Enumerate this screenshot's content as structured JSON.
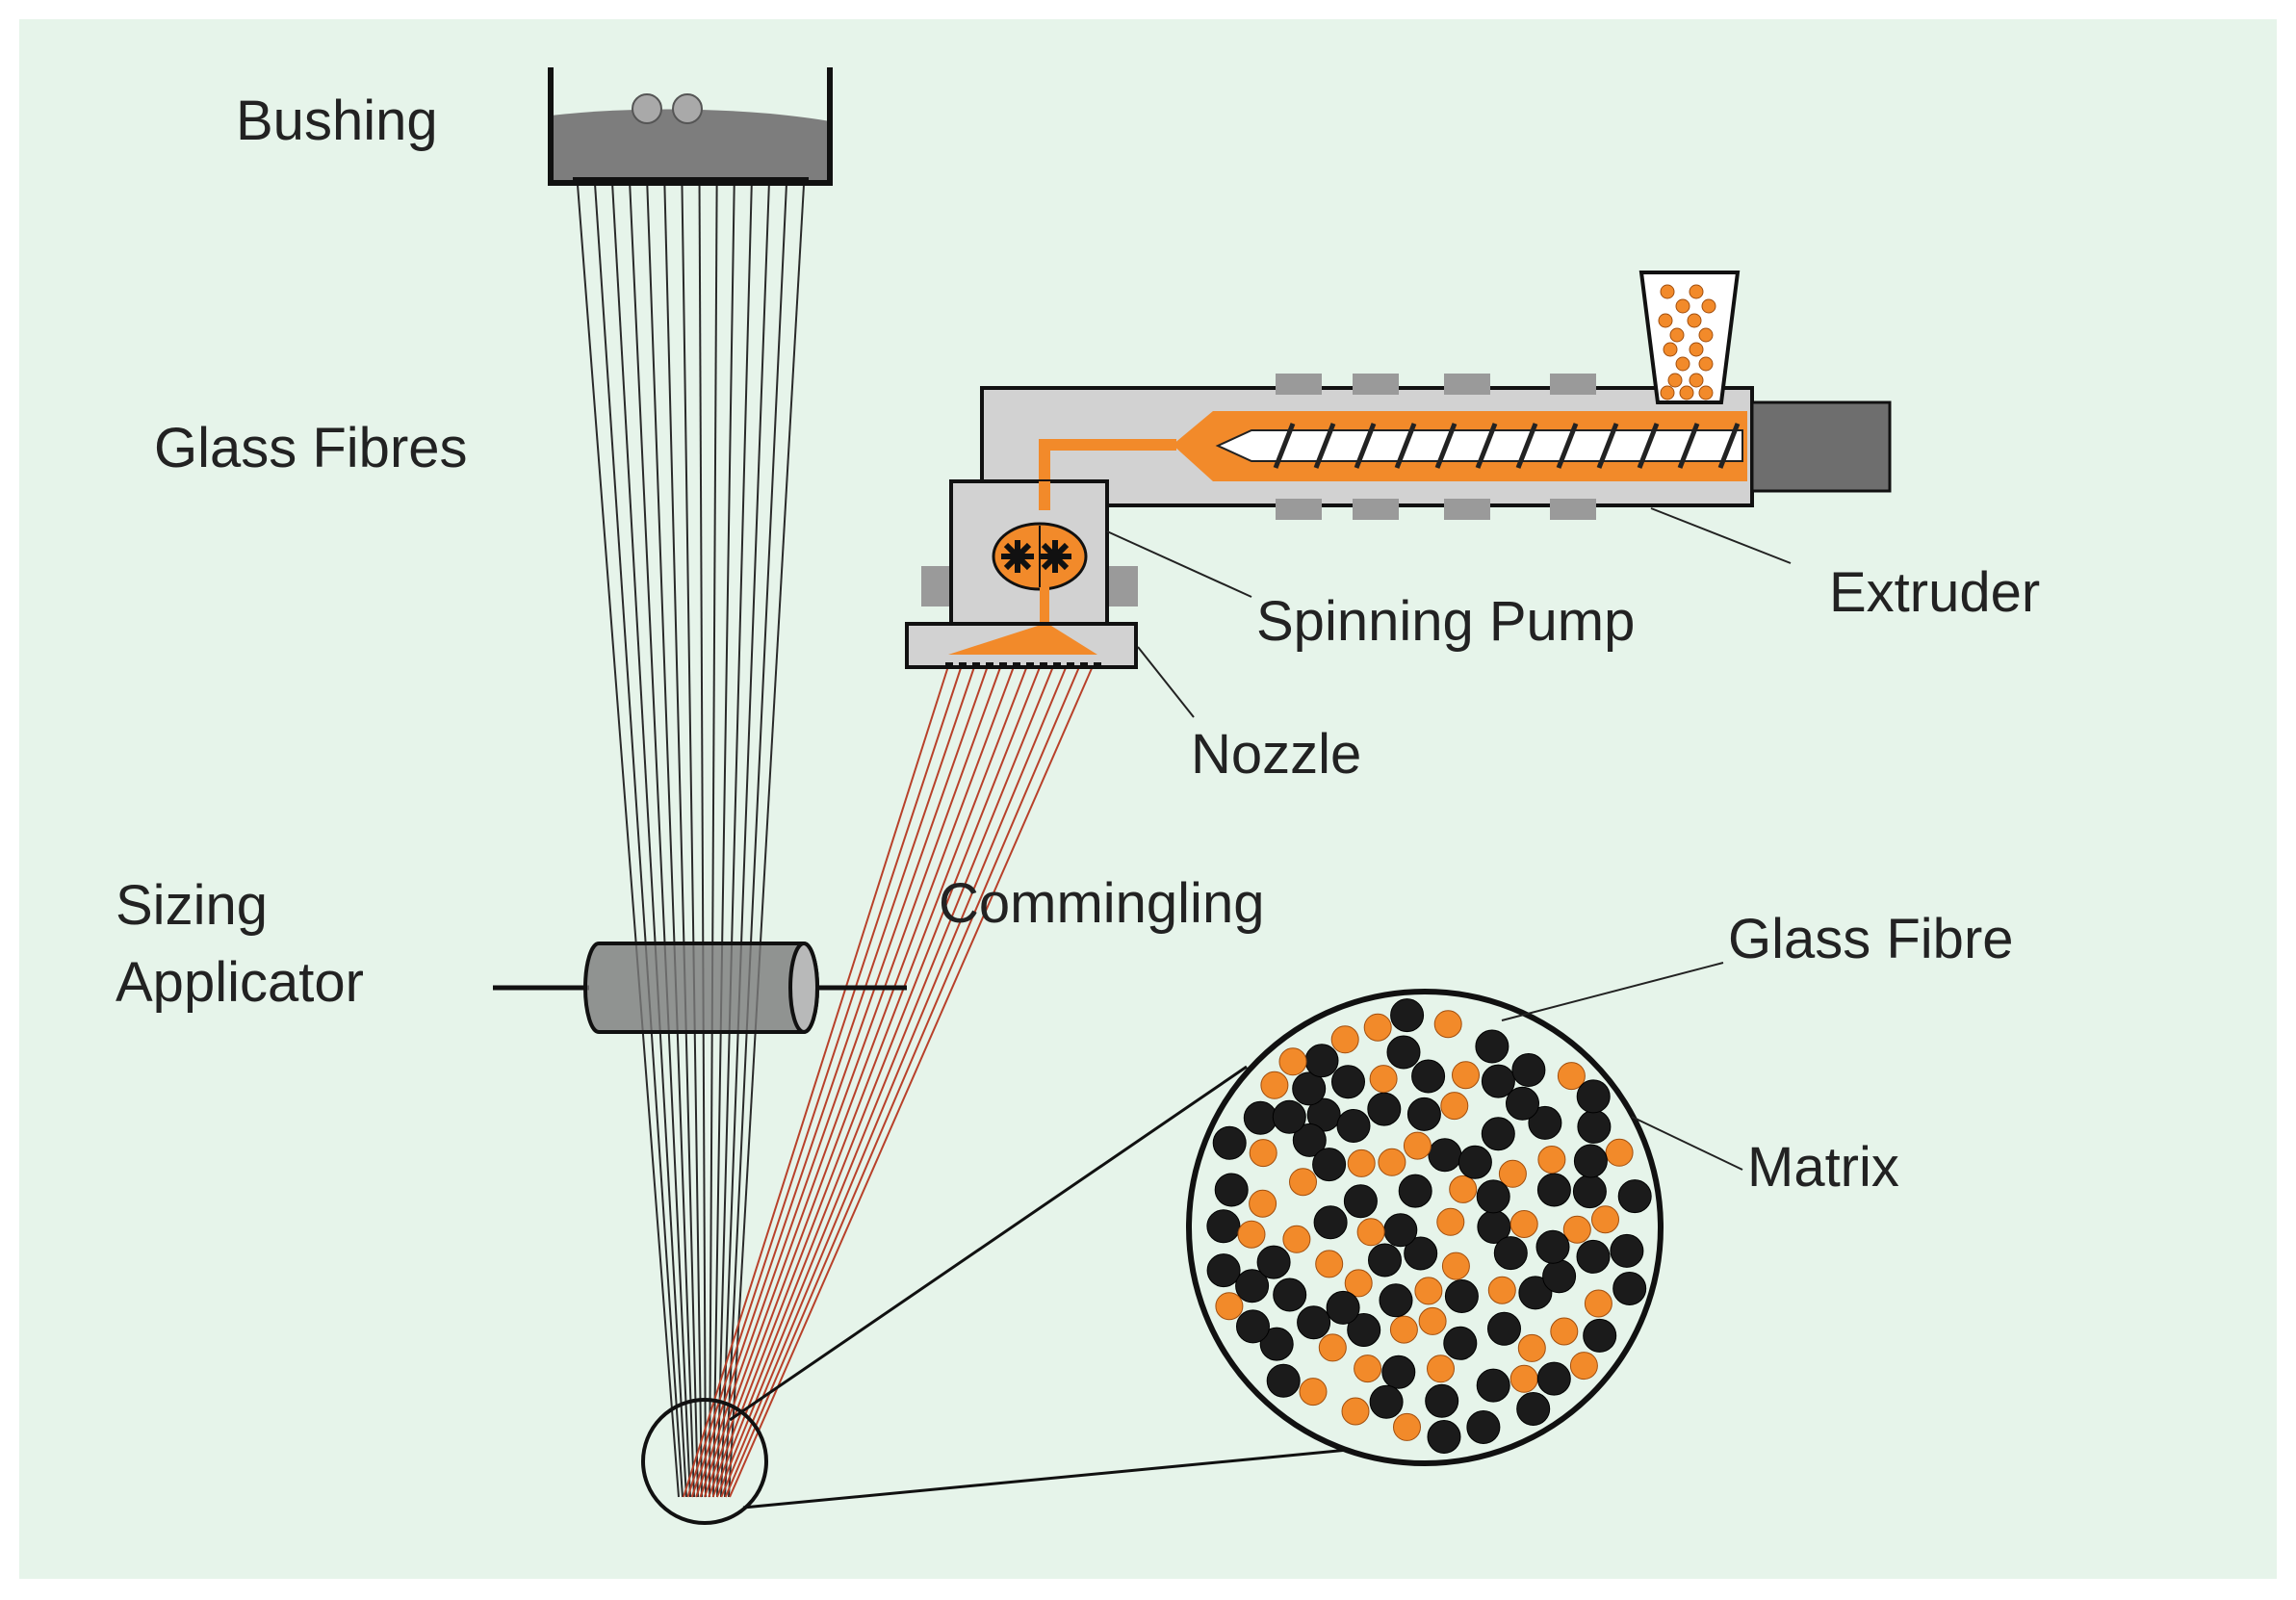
{
  "labels": {
    "bushing": "Bushing",
    "glass_fibres": "Glass Fibres",
    "sizing_line1": "Sizing",
    "sizing_line2": "Applicator",
    "commingling": "Commingling",
    "nozzle": "Nozzle",
    "spinning_pump": "Spinning Pump",
    "extruder": "Extruder",
    "glass_fibre": "Glass Fibre",
    "matrix": "Matrix"
  },
  "colors": {
    "background": "#e6f4ea",
    "glass": "#1b1b1b",
    "matrix": "#f28a2a",
    "machine_light": "#d2d2d2",
    "machine_dark": "#6e6e6e",
    "polymer_strand": "#b8412a"
  }
}
